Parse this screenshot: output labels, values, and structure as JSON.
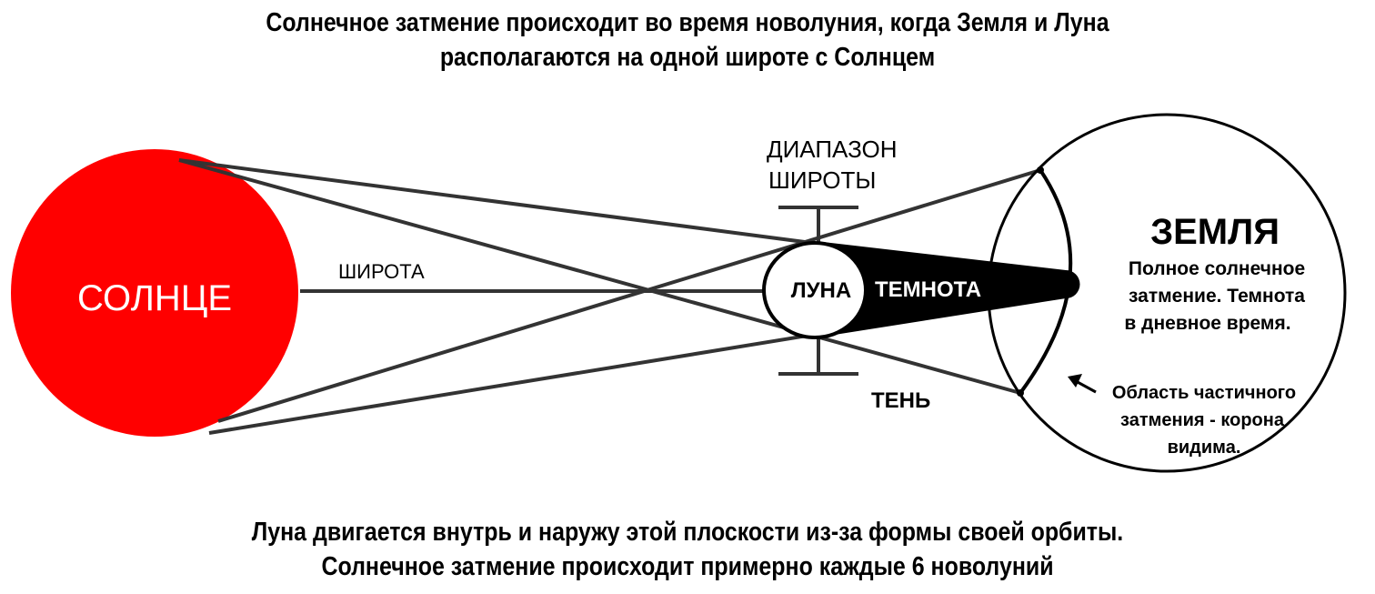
{
  "header": {
    "line1": "Солнечное затмение происходит во время новолуния, когда Земля и Луна",
    "line2": "располагаются на одной широте с Солнцем"
  },
  "footer": {
    "line1": "Луна двигается внутрь и наружу этой плоскости из-за формы своей орбиты.",
    "line2": "Солнечное затмение происходит примерно каждые 6 новолуний"
  },
  "labels": {
    "sun": "СОЛНЦЕ",
    "latitude": "ШИРОТА",
    "latitude_range_1": "ДИАПАЗОН",
    "latitude_range_2": "ШИРОТЫ",
    "moon": "ЛУНА",
    "darkness": "ТЕМНОТА",
    "shadow": "ТЕНЬ",
    "earth": "ЗЕМЛЯ",
    "total_eclipse_1": "Полное солнечное",
    "total_eclipse_2": "затмение. Темнота",
    "total_eclipse_3": "в дневное время.",
    "partial_1": "Область частичного",
    "partial_2": "затмения - корона",
    "partial_3": "видима."
  },
  "colors": {
    "sun": "#ff0000",
    "lines": "#333333",
    "background": "#ffffff"
  }
}
